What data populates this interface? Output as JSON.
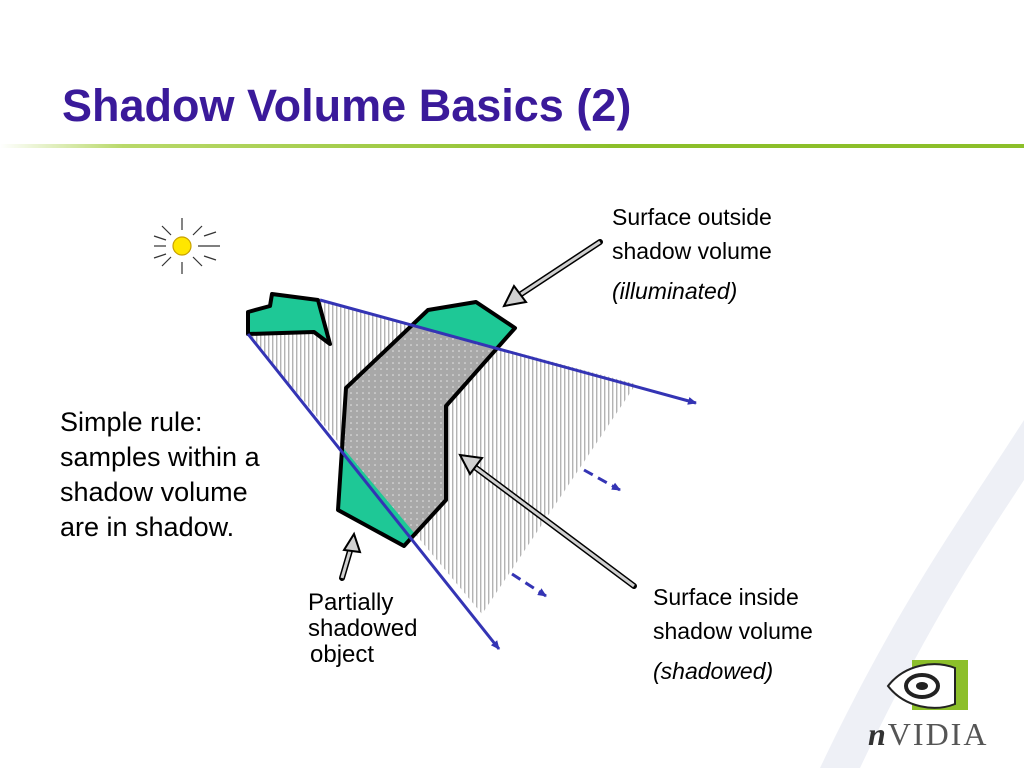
{
  "slide": {
    "title": "Shadow Volume Basics (2)",
    "rule": [
      "Simple rule:",
      "samples within a",
      "shadow volume",
      "are in shadow."
    ],
    "outside_callout": {
      "line1": "Surface outside",
      "line2": "shadow volume",
      "note": "(illuminated)"
    },
    "inside_callout": {
      "line1": "Surface inside",
      "line2": "shadow volume",
      "note": "(shadowed)"
    },
    "partial_callout": [
      "Partially",
      "shadowed",
      "object"
    ],
    "logo": {
      "n": "n",
      "rest": "VIDIA",
      "icons": [
        "nvidia-eye-logo-icon"
      ]
    }
  },
  "diagram": {
    "icons": [
      "sun-icon",
      "arrow-icon"
    ],
    "colors": {
      "title": "#3a1a9a",
      "accent_rule": "#8cbf2a",
      "object_fill": "#1ec896",
      "shadowed_fill": "#a8a8a8",
      "volume_ray": "#3434b4",
      "volume_hatch": "#b4b4b4",
      "sun": "#ffe600",
      "callout_arrow": "#d0d0d0"
    }
  }
}
